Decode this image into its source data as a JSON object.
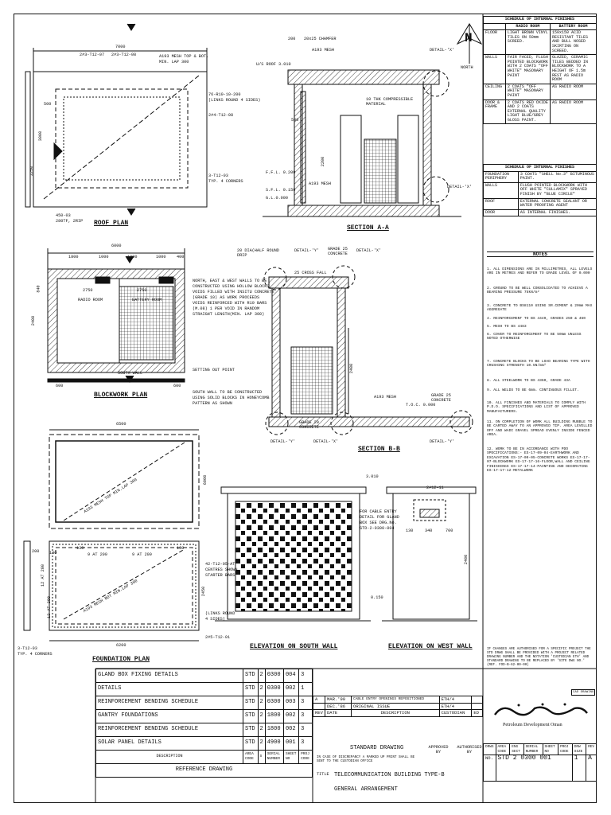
{
  "plans": {
    "roof_plan": "ROOF PLAN",
    "section_aa": "SECTION A-A",
    "blockwork_plan": "BLOCKWORK PLAN",
    "section_bb": "SECTION B-B",
    "foundation_plan": "FOUNDATION PLAN",
    "elev_south": "ELEVATION ON SOUTH WALL",
    "elev_west": "ELEVATION ON WEST WALL"
  },
  "roof_labels": {
    "dim_top": "7000",
    "bars1": "2#3-T12-07",
    "bars2": "2#3-T12-08",
    "mesh": "A193 MESH TOP & BOT.",
    "lap": "MIN. LAP 300",
    "links": "76-R10-10-200",
    "links_note": "(LINKS ROUND 4 SIDES)",
    "bars3": "2#4-T12-08",
    "corners": "3-T12-03",
    "corners_note": "TYP. 4 CORNERS",
    "drip1": "450-03",
    "drip2": "280TF, 2RIP",
    "d500": "500",
    "d3000": "3000",
    "d3250": "3250"
  },
  "section_aa_labels": {
    "chamfer": "20x25 CHAMFER",
    "d200": "200",
    "mesh": "A193 MESH",
    "detail_x1": "DETAIL-'X'",
    "us_roof": "U/S ROOF 3.010",
    "board": "10 THK COMPRESSIBLE MATERIAL",
    "d2200": "2200",
    "d500": "500",
    "ffl": "F.F.L. 0.200",
    "sfl": "S.F.L. 0.150",
    "gl": "G.L.0.000",
    "mesh2": "A193 MESH",
    "detail_x2": "DETAIL-'X'"
  },
  "blockwork_labels": {
    "d6000": "6000",
    "d1800": "1800",
    "d1000": "1000",
    "d1800b": "1800",
    "d1000b": "1000",
    "d400": "400",
    "radio_room": "RADIO ROOM",
    "battery_room": "BATTERY ROOM",
    "d2750": "2750",
    "d2750b": "2750",
    "south_wall": "SOUTH WALL",
    "d600": "600",
    "d600b": "600",
    "setting_out": "SETTING OUT POINT",
    "note1": "NORTH, EAST & WEST WALLS TO BE",
    "note2": "CONSTRUCTED USING HOLLOW BLOCKS,",
    "note3": "VOIDS FILLED WITH INSITU CONCRETE",
    "note4": "(GRADE 10) AS WORK PROCEEDS",
    "note5": "VOIDS REINFORCED WITH R10 BARS",
    "note6": "(M.08) 1 PER VOID IN RANDOM",
    "note7": "STRAIGHT LENGTH(MIN. LAP 300)",
    "south_note1": "SOUTH WALL TO BE CONSTRUCTED",
    "south_note2": "USING SOLID BLOCKS IN HONEYCOMB",
    "south_note3": "PATTERN AS SHOWN",
    "d2400": "2400",
    "d840": "840"
  },
  "section_bb_labels": {
    "drip": "20 DIA(HALF ROUND DRIP",
    "detail_y": "DETAIL-'Y'",
    "grade25": "GRADE 25 CONCRETE",
    "detail_x": "DETAIL-'X'",
    "xfall": "25 CROSS FALL",
    "mesh": "A193 MESH",
    "tdc": "T.O.C. 0.000",
    "grade25b": "GRADE 25 CONCRETE",
    "grade20": "GRADE 20 CONCRETE",
    "d2400": "2400",
    "detail_y2": "DETAIL-'Y'",
    "detail_x2": "DETAIL-'X'",
    "detail_y3": "DETAIL-'Y'"
  },
  "foundation_labels": {
    "d6500": "6500",
    "mesh_top": "A193 MESH TOP MIN.LAP 300",
    "mesh_bot": "A193 MESH BOT MIN.LAP 300",
    "d6000": "6000",
    "d130": "130",
    "d130b": "130",
    "d130c": "130",
    "bar1": "9 AT 200",
    "bar2": "9 AT 200",
    "bar3": "12 AT 200",
    "bar4": "12 AT 200",
    "starter1": "42-T12-05-AT",
    "starter2": "CENTRES SHOWN",
    "starter3": "STARTER BARS",
    "links": "(LINKS ROUND",
    "links2": "4 SIDES)",
    "bottom": "2#5-T12-01",
    "corners": "3-T12-03",
    "corners2": "TYP. 4 CORNERS",
    "d6200": "6200",
    "d2450": "2450",
    "d200": "200"
  },
  "elev_labels": {
    "lvl3010": "3.010",
    "lvl0150": "0.150",
    "cable1": "FOR CABLE ENTRY",
    "cable2": "DETAIL FOR GLAND",
    "cable3": "BOX SEE DRG.No.",
    "cable4": "STD-2-0300-004",
    "d2400": "2400",
    "rebar": "2#12-11",
    "d130": "130",
    "d340": "340",
    "d700": "700"
  },
  "north": {
    "letter": "N",
    "label": "NORTH"
  },
  "finishes_1": {
    "title": "SCHEDULE OF INTERNAL FINISHES",
    "cols": [
      "",
      "RADIO ROOM",
      "BATTERY ROOM"
    ],
    "rows": [
      [
        "FLOOR",
        "LIGHT BROWN VINYL TILES ON 50mm SCREED.",
        "150x150 ACID RESISTANT TILES AND BULL NOSED SKIRTING ON SCREED."
      ],
      [
        "WALLS",
        "FAIR FACED, FLUSH POINTED BLOCKWORK WITH 2 COATS \"OFF WHITE\" MASONARY PAINT",
        "GLAZED, CERAMIC TILES BEDDED IN BLOCKWORK TO A HEIGHT OF 1.5m REST AS RADIO ROOM"
      ],
      [
        "CEILING",
        "2 COATS \"OFF WHITE\" MASONARY PAINT",
        "AS RADIO ROOM"
      ],
      [
        "DOOR & FRAME",
        "2 COATS RED OXIDE AND 2 COATS EXTERNAL QUALITY LIGHT BLUE/GREY GLOSS PAINT.",
        "AS RADIO ROOM"
      ]
    ]
  },
  "finishes_2": {
    "title": "SCHEDULE OF INTERNAL FINISHES",
    "rows": [
      [
        "FOUNDATION PERIPHERY",
        "3 COATS \"SHELL No.3\" BITUMINOUS PAINT."
      ],
      [
        "WALLS",
        "FLUSH POINTED BLOCKWORK WITH OFF WHITE \"CULLAMIX\" SPRAYED FINISH BY \"BLUE CIRCLE\""
      ],
      [
        "ROOF",
        "EXTERNAL CONCRETE SEALANT OR WATER PROOFING AGENT"
      ],
      [
        "DOOR",
        "AS INTERNAL FINISHES."
      ]
    ]
  },
  "notes": {
    "title": "NOTES",
    "items": [
      "1. ALL DIMENSIONS ARE IN MILLIMETRES, ALL LEVELS ARE IN METRES AND REFER TO GRADE LEVEL OF 0.000",
      "2. GROUND TO BE WELL CONSOLIDATED TO ACHIEVE A BEARING PRESSURE 75kN/m²",
      "3. CONCRETE TO BS8110 USING SR.CEMENT & 20mm MAX AGGREGATE",
      "4. REINFORCEMENT TO BS 4449, GRADES 250 & 460",
      "5. MESH TO BS 4483",
      "6. COVER TO REINFORCEMENT TO BE 50mm UNLESS NOTED OTHERWISE",
      "7. CONCRETE BLOCKS TO BE LOAD BEARING TYPE WITH CRUSHING STRENGTH 10.5N/mm²",
      "8. ALL STEELWORK TO BS 4360, GRADE 43A",
      "9. ALL WELDS TO BE 6mm. CONTINUOUS FILLET.",
      "10. ALL FINISHES AND MATERIALS TO COMPLY WITH P.D.O. SPECIFICATIONS AND LIST OF APPROVED MANUFACTURERS.",
      "11. ON COMPLETION OF WORK ALL BUILDING RUBBLE TO BE CARTED AWAY TO AN APPROVED TIP. AREA LEVELLED OFF AND WADI GRAVEL SPREAD EVENLY INSIDE FENCED AREA.",
      "12. WORK TO BE IN ACCORDANCE WITH PDO SPECIFICATIONS:- ES-17-09-04-EARTHWORK AND EXCAVATION ES-17-09-05-CONCRETE WORKS ES-17-17-07-BLOCKWORK ES-17-17-16-FLOOR,WALL AND CEILING FINISHINGS ES-17-17-14-PAINTING AND DECORATING ES-17-17-12-METALWORK"
    ]
  },
  "changes_note": "IF CHANGES ARE AUTHORISED FOR A SPECIFIC PROJECT THE STD DRWG SHALL BE PROVIDED WITH A PROJECT RELATED DRAWING NUMBER AND THE NOTATION 'CUSTODIAN ETH' AND STANDARD DRAWING TO BE REPLACED BY 'SITE DWG NO.' (REF. FOD-B-62-00-00)",
  "cad_drawing": "CAD DRAWING",
  "reference": {
    "rows": [
      [
        "GLAND BOX FIXING DETAILS",
        "STD",
        "2",
        "0300",
        "004",
        "3"
      ],
      [
        "DETAILS",
        "STD",
        "2",
        "0300",
        "002",
        "1"
      ],
      [
        "REINFORCEMENT BENDING SCHEDULE",
        "STD",
        "2",
        "0300",
        "003",
        "3"
      ],
      [
        "GANTRY FOUNDATIONS",
        "STD",
        "2",
        "1800",
        "002",
        "3"
      ],
      [
        "REINFORCEMENT BENDING SCHEDULE",
        "STD",
        "2",
        "1800",
        "002",
        "3"
      ],
      [
        "SOLAR PANEL DETAILS",
        "STD",
        "2",
        "4900",
        "001",
        "3"
      ]
    ],
    "hdr_description": "DESCRIPTION",
    "hdr_area": "AREA CODE",
    "hdr_s": "S",
    "hdr_serial": "SERIAL NUMBER",
    "hdr_sheet": "SHEET NO",
    "hdr_proj": "PROJ CODE",
    "footer": "REFERENCE DRAWING"
  },
  "revisions": {
    "rows": [
      [
        "A",
        "MAR.'90",
        "CABLE ENTRY OPENINGS REPOSITIONED",
        "ETH/4",
        ""
      ],
      [
        "",
        "DEC.'86",
        "ORIGINAL ISSUE",
        "ETH/4",
        ""
      ]
    ],
    "hdr": [
      "REV",
      "DATE",
      "DESCRIPTION",
      "CUSTODIAN",
      "ED"
    ]
  },
  "title_block": {
    "standard": "STANDARD DRAWING",
    "approved": "APPROVED BY",
    "authorised": "AUTHORISED BY",
    "warning": "IN CASE OF DISCREPANCY A MARKED UP PRINT SHALL BE SENT TO THE CUSTODIAN OFFICE",
    "title_label": "TITLE",
    "title1": "TELECOMMUNICATION BUILDING TYPE-B",
    "title2": "GENERAL ARRANGEMENT",
    "company": "Petroleum Development Oman",
    "drwg_hdr": [
      "DRWG",
      "AREA CODE",
      "ENG SECT",
      "SERIAL NUMBER",
      "SHEET NO",
      "PROJ CODE",
      "DRW SIZE",
      "REV"
    ],
    "no": "NO.",
    "number": "STD 2 0300 001",
    "rev_num": "1",
    "size": "A"
  }
}
